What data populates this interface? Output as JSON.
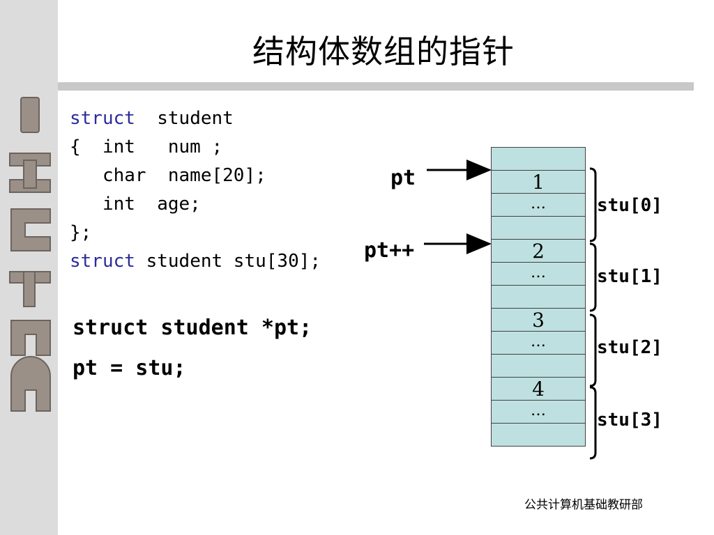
{
  "title": "结构体数组的指针",
  "sidebar_logo": "C语言",
  "code": {
    "line1_kw": "struct",
    "line1_rest": "  student",
    "line2": "{  int   num ;",
    "line3": "   char  name[20];",
    "line4": "   int  age;",
    "line5": "};",
    "line6_kw": "struct",
    "line6_rest": " student stu[30];"
  },
  "code2": {
    "line1": "struct student *pt;",
    "line2": "pt = stu;"
  },
  "pointers": {
    "pt": "pt",
    "pt_next": "pt++"
  },
  "memory": {
    "cells": [
      "",
      "1",
      "…",
      "",
      "2",
      "…",
      "",
      "3",
      "…",
      "",
      "4",
      "…",
      ""
    ]
  },
  "labels": [
    "stu[0]",
    "stu[1]",
    "stu[2]",
    "stu[3]"
  ],
  "footer": "公共计算机基础教研部"
}
